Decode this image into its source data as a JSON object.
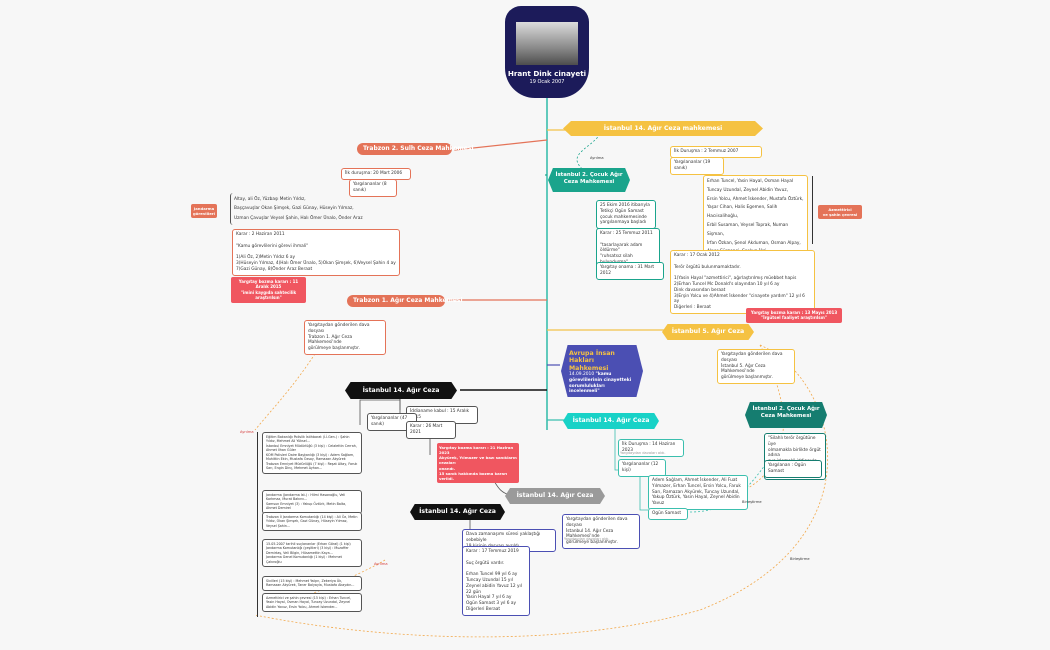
{
  "root": {
    "title": "Hrant Dink cinayeti",
    "date": "19 Ocak 2007"
  },
  "trabzon_sulh": {
    "title": "Trabzon 2. Sulh Ceza Mahkemesi",
    "first_hearing": "İlk duruşma: 20 Mart 2006",
    "defendants": "Yargılananlar (8 sanık)",
    "accused_list": "Altay, ali Öz, Yüzbaşı Metin Yıldız,\nBaşçavuşlar Okan Şimşek, Gazi Günay, Hüseyin Yılmaz,\nUzman Çavuşlar Veysel Şahin, Halı Ömer Ünalo, Önder Araz",
    "verdict": "Karar : 2 Haziran 2011\n\n\"Kamu görevlilerini görevi ihmali\"\n\n1)Ali Öz, 2)Metin Yıldız 6 ay\n3)Hüseyin Yılmaz, 4)Halı Ömer Ünalo, 5)Okan Şimşek, 6)Veysel Şahin 4 ay\n7)Gazi Günay, 8)Önder Araz Beraat",
    "supreme": "Yargıtay bozma kararı : 11 Aralık 2015\n\"imini kaygıda sahtecilik araştırılsın\""
  },
  "jandarma_tag": "Jandarma\ngörevlileri",
  "trabzon1": {
    "title": "Trabzon 1. Ağır Ceza Mahkemesi",
    "note": "Yargıtaydan gönderilen dava dosyası\nTrabzon 1. Ağır Ceza Mahkemesi'nde\ngörülmeye başlanmıştır."
  },
  "ist14_top": {
    "title": "İstanbul 14. Ağır Ceza mahkemesi",
    "first_hearing": "İlk Duruşma : 2 Temmuz 2007",
    "defendants": "Yargılananlar (19 sanık)",
    "accused": "Erhan Tuncel, Yasin Hayal, Osman Hayal\nTuncay Uzundal, Zeynel Abidin Yavuz,\nErsin Yolcu, Ahmet İskender, Mustafa Öztürk,\nYaşar Cihan, Halis Egemen, Salih Hacıisalihoğlu,\nErbil Susaman, Veysel Toprak, Numan Sişman,\nİrfan Özkan, Şenol Akduman, Osman Alpay,\nAlper Gürgenci, Coşkun İğci",
    "verdict": "Karar : 17 Ocak 2012\n\nTerör örgütü bulunmamaktadır.\n\n1)Yasin Hayal \"azmettirici\", ağırlaştırılmış müebbet hapis\n2)Erhan Tuncel Mc Donald's olayından 10 yıl 6 ay\nDink davasından beraat\n3)Erşin Yolcu ve 4)Ahmet İskender \"cinayete yardım\" 12 yıl 6 ay\nDiğerleri : Beraat",
    "supreme": "Yargıtay bozma kararı : 13 Mayıs 2013\n\"İrgütsel faaliyet araştırılsın\""
  },
  "tag_azmettirici": "Azmettirici\nve şahin çevresi",
  "cocuk2": {
    "title": "İstanbul 2. Çocuk Ağır Ceza Mahkemesi",
    "start": "25 Ekim 2016 itibarıyla\nTetikçi Ogün Samast\nçocuk mahkemesinde\nyargılanmaya başladı",
    "verdict": "Karar : 25 Temmuz 2011\n\n\"tasarlayarak adam öldürme\"\n\"ruhsatsız silah bulundurma\"\n22 yıl 10 ay hapis",
    "approval": "Yargıtay onama : 31 Mart 2012"
  },
  "ist5": {
    "title": "İstanbul 5. Ağır Ceza mahkemesi",
    "note": "Yargıtaydan gönderilen dava dosyası\nİstanbul 5. Ağır Ceza Mahkemesi'nde\ngörülmeye başlanmıştır."
  },
  "aihm": {
    "title": "Avrupa İnsan Hakları Mahkemesi",
    "date": "14.09.2010",
    "quote": "\"kamu görevlilerinin cinayetteki sorumlulukları incelenmeli\""
  },
  "ist14_b": {
    "title": "İstanbul 14. Ağır Ceza mahkemesi",
    "hearing": "İlk Duruşma : 14 Haziran 2023",
    "note": "Yargıtaydan davaları aldı.",
    "defendants": "Yargılananlar (12 kişi)",
    "accused": "Adem Sağlam, Ahmet İskender, Ali Fuat\nYılmazer, Erhan Tuncel, Ersin Yolcu, Faruk\nSarı, Ramazan Akyürek, Tuncay Uzundal,\nYakup Öztürk, Yasin Hayal, Zeynel Abidin\nYavuz",
    "ogun": "Ogün Samast"
  },
  "cocuk2_b": {
    "title": "İstanbul 2. Çocuk Ağır Ceza Mahkemesi",
    "note": "\"Silahlı terör örgütüne üye\nolmamakla birlikte örgüt adına\nsuç işlemek\" iddiasıyla yeni\niddianame düzenlendi",
    "defendant": "Yargılanan : Ogün Samast"
  },
  "ist14_left": {
    "title": "İstanbul 14. Ağır Ceza mahkemesi",
    "indictment": "İddianame kabul : 15 Aralık 2015",
    "defendants": "Yargılananlar (47 sanık)",
    "verdict": "Karar : 26 Mart 2021",
    "supreme": "Yargıtay bozma kararı : 21 Haziran 2023\nAkyürek, Yılmazer ve bazı sanıkların cezaları\nonandı.\n15 sanık hakkında bozma kararı verildi.",
    "groups": [
      "Eğitim Bakanlığı Polislik İstihbarat (İ.İ.Gen.) : Şahin Yıldız, Mehmet Ali Yüksel...\nİstanbul Emniyet Müdürlüğü (3 kişi) : Celalettin Cerrah, Ahmet İlhan Güler\nKOM Polisleri Daire Başkanlığı (3 kişi) : Adem Sağlam, Muhittin Ekin, Mustafa Özsoy, Ramazan Akyürek\nTrabzon Emniyet Müdürlüğü (7 kişi) : Reşat Altay, Faruk Sarı, Engin Dinç, Mehmet Ayhan...",
      "Jandarma (Jandarma Ist.) : Hilmi Hasanoğlu, Veli Korkmaz, Murat Bakırcı...\nSamsun Emniyet (3) : Yakup Öztürk, Metin Balta, Ahmet Demirel",
      "Trabzon İl Jandarma Komutanlığı (14 kişi) : Ali Öz, Metin Yıldız, Okan Şimşek, Gazi Günay, Hüseyin Yılmaz, Veysel Şahin...",
      "15.05.2007 tarihli suçlananlar (Erkan Göral) (1 kişi)\nJandarma Komutanlığı (çeşitleri) (3 kişi) : Muzaffer Demirtaş, Veli Bilgin, Hüsamettin Kaya...\nJandarma Genel Komutanlığı (1 kişi) : Mehmet Çakıroğlu",
      "Sivilleri (15 kişi) : Mehmet Yalçın, Zekeriya Ük, Ramazan Akyürek, Taner Balyayla, Mustafa Akaydın...",
      "Azmettirici ve şahin çevresi (15 kişi) : Erhan Tuncel, Yasin Hayal, Osman Hayal, Tuncay Uzundal, Zeynel Abidin Yavuz, Ersin Yolcu, Ahmet İskender..."
    ]
  },
  "ist14_gray": {
    "title": "İstanbul 14. Ağır Ceza mahkemesi",
    "note": "Yargıtaydan gönderilen dava dosyası\nİstanbul 14. Ağır Ceza Mahkemesi'nde\ngörülmeye başlanmıştır.",
    "sub": "Yargıtaydan davaları aldı."
  },
  "ist14_black2": {
    "title": "İstanbul 14. Ağır Ceza mahkemesi",
    "note": "Dava zamanaşımı süresi yaklaştığı sebebiyle\n19 kişinin dosyası ayrıldı.",
    "verdict": "Karar : 17 Temmuz 2019\n\nSuç örgütü vardır.\n\nErhan Tuncel 99 yıl 6 ay\nTuncay Uzundal 15 yıl\nZeynel abidin Yavuz 12 yıl 22 gün\nYasin Hayal 7 yıl 6 ay\nOgün Samast 3 yıl 6 ay\nDiğerleri Beraat"
  },
  "link_labels": {
    "birlestirme": "Birleştirme",
    "ayrilma": "Ayrılma"
  },
  "colors": {
    "navy": "#1c1b5a",
    "teal": "#1aa48c",
    "orange": "#f5c242",
    "coral": "#e47358",
    "purple": "#4b4fb3",
    "black": "#111111",
    "gray": "#9a9a9a",
    "red": "#f05660",
    "darkteal": "#157d70",
    "aqua": "#18d2c7",
    "blue_aqua": "#2bb0a3"
  }
}
